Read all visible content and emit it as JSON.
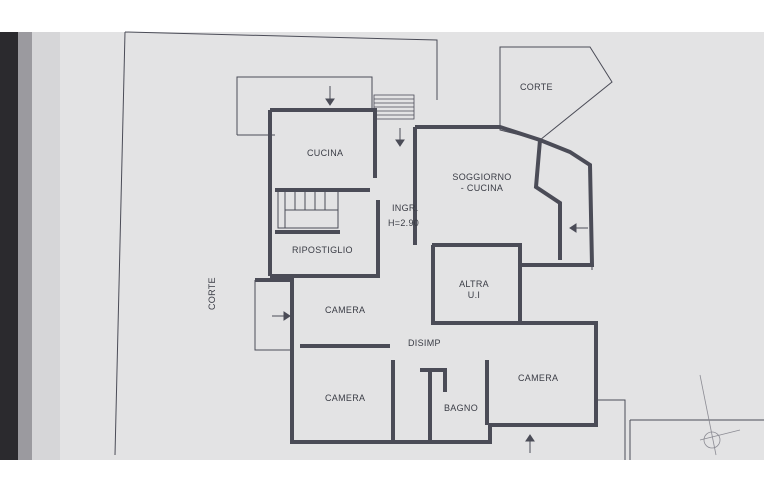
{
  "rooms": {
    "corte_top": "CORTE",
    "corte_left": "CORTE",
    "cucina": "CUCINA",
    "soggiorno_line1": "SOGGIORNO",
    "soggiorno_line2": "- CUCINA",
    "ingresso": "INGR.",
    "height": "H=2.90",
    "ripostiglio": "RIPOSTIGLIO",
    "altra_line1": "ALTRA",
    "altra_line2": "U.I",
    "camera_1": "CAMERA",
    "disimpegno": "DISIMP",
    "camera_2": "CAMERA",
    "bagno": "BAGNO",
    "camera_3": "CAMERA"
  },
  "colors": {
    "paper": "#e4e4e4",
    "wall": "#4b4c57",
    "frame_dark": "#2a2a2e",
    "border_white": "#ffffff"
  },
  "icons": [
    "entrance-arrow-icon",
    "north-compass-icon"
  ]
}
